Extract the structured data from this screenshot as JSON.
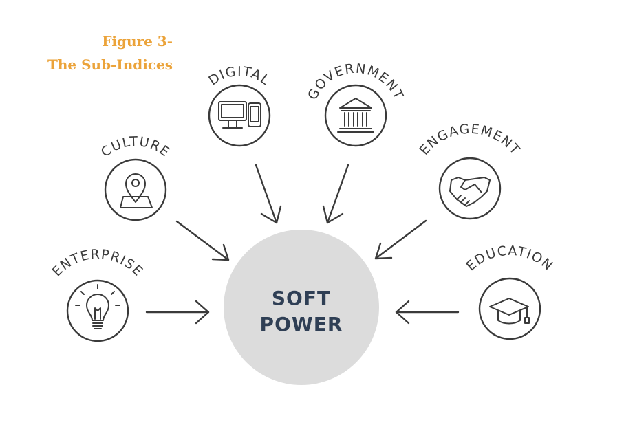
{
  "figure": {
    "title_line1": "Figure 3-",
    "title_line2": "The Sub-Indices"
  },
  "center": {
    "line1": "SOFT",
    "line2": "POWER"
  },
  "nodes": {
    "digital": {
      "label": "DIGITAL",
      "icon": "computer-monitor-icon"
    },
    "government": {
      "label": "GOVERNMENT",
      "icon": "government-building-icon"
    },
    "culture": {
      "label": "CULTURE",
      "icon": "map-pin-icon"
    },
    "engagement": {
      "label": "ENGAGEMENT",
      "icon": "handshake-icon"
    },
    "enterprise": {
      "label": "ENTERPRISE",
      "icon": "light-bulb-icon"
    },
    "education": {
      "label": "EDUCATION",
      "icon": "graduation-cap-icon"
    }
  },
  "colors": {
    "caption": "#EBA33A",
    "center_fill": "#DCDCDC",
    "center_text": "#2F3F55",
    "line": "#3A3A3A"
  }
}
